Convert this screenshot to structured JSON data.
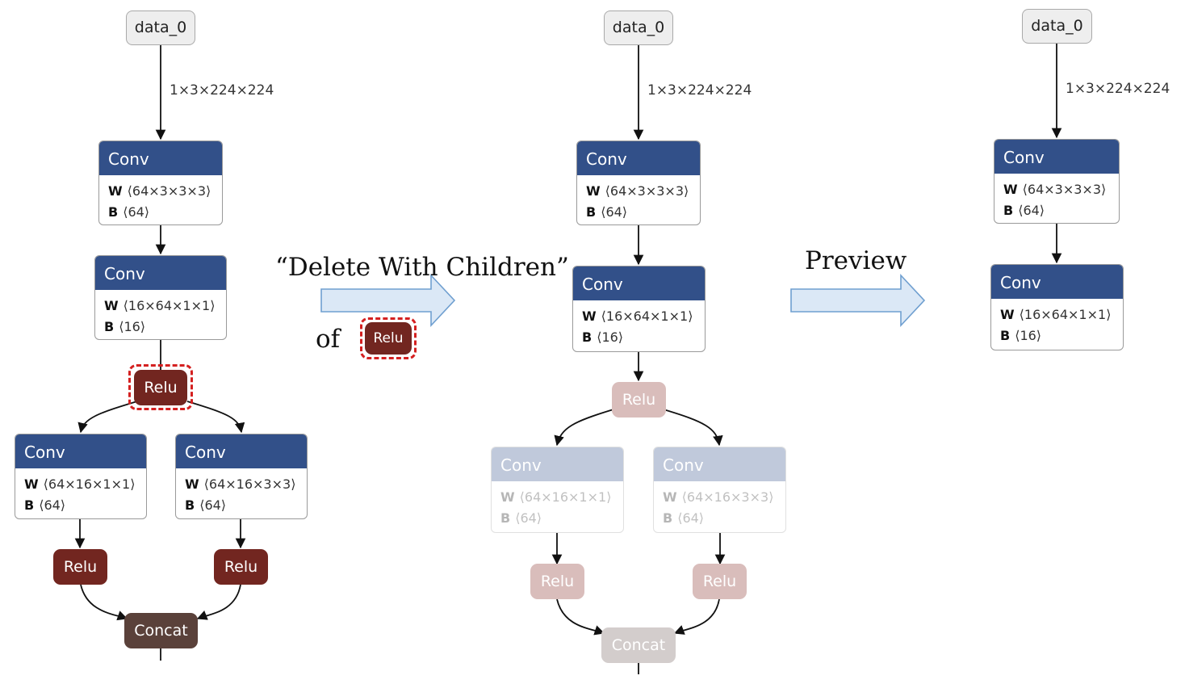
{
  "input_label": "data_0",
  "shape_label": "1×3×224×224",
  "conv_label": "Conv",
  "relu_label": "Relu",
  "concat_label": "Concat",
  "attr_w": "W",
  "attr_b": "B",
  "conv1": {
    "w": "⟨64×3×3×3⟩",
    "b": "⟨64⟩"
  },
  "conv2": {
    "w": "⟨16×64×1×1⟩",
    "b": "⟨16⟩"
  },
  "conv3": {
    "w": "⟨64×16×1×1⟩",
    "b": "⟨64⟩"
  },
  "conv4": {
    "w": "⟨64×16×3×3⟩",
    "b": "⟨64⟩"
  },
  "annotations": {
    "action": "“Delete With Children”",
    "of": "of",
    "preview": "Preview"
  },
  "colors": {
    "conv_header": "#325089",
    "relu": "#722620",
    "concat": "#5a413a",
    "highlight_dash": "#d42020",
    "arrow_fill": "#dbe8f6",
    "arrow_stroke": "#6f9fd0"
  }
}
